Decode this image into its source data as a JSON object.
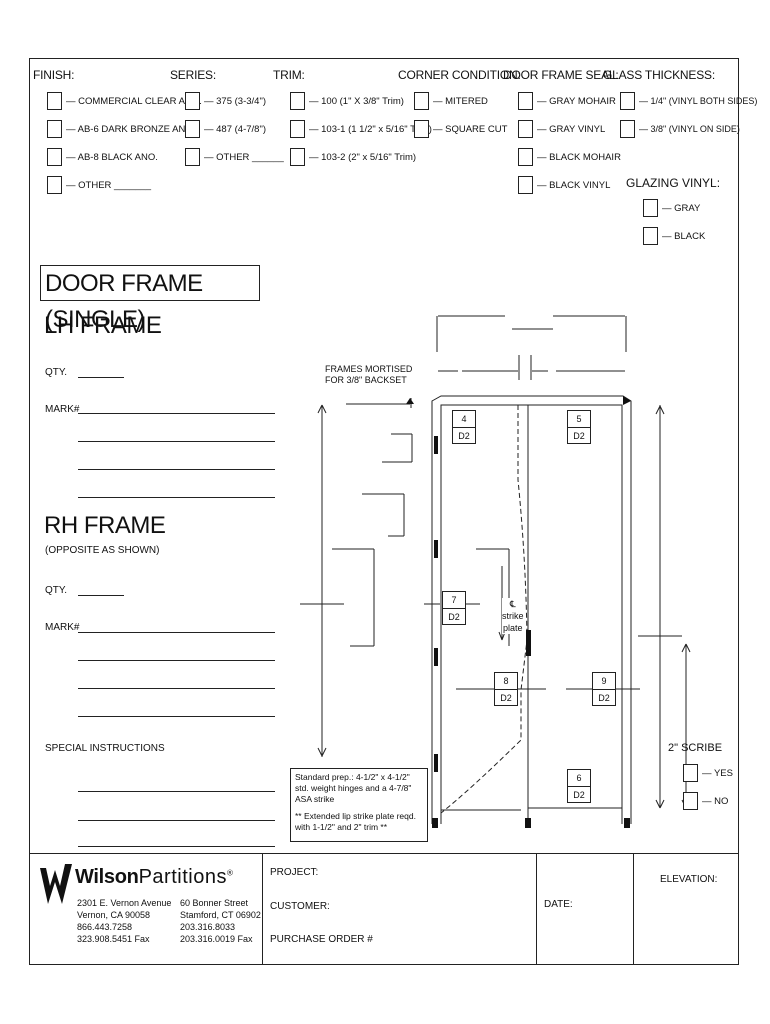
{
  "header": {
    "finish": "FINISH:",
    "series": "SERIES:",
    "trim": "TRIM:",
    "corner": "CORNER CONDITION:",
    "seal": "DOOR FRAME SEAL:",
    "glass": "GLASS THICKNESS:"
  },
  "finish_options": [
    "— COMMERCIAL CLEAR ANO.",
    "— AB-6 DARK BRONZE ANO.",
    "— AB-8 BLACK ANO.",
    "— OTHER _______"
  ],
  "series_options": [
    "— 375 (3-3/4\")",
    "— 487 (4-7/8\")",
    "— OTHER ______"
  ],
  "trim_options": [
    "— 100 (1\" X 3/8\" Trim)",
    "— 103-1 (1 1/2\" x 5/16\" Trim)",
    "— 103-2 (2\" x 5/16\" Trim)"
  ],
  "corner_options": [
    "— MITERED",
    "— SQUARE CUT"
  ],
  "seal_options": [
    "— GRAY MOHAIR",
    "— GRAY VINYL",
    "— BLACK MOHAIR",
    "— BLACK VINYL"
  ],
  "glass_options": [
    "— 1/4\" (VINYL BOTH SIDES)",
    "— 3/8\" (VINYL ON SIDE)"
  ],
  "glazing_vinyl": {
    "title": "GLAZING VINYL:",
    "options": [
      "— GRAY",
      "— BLACK"
    ]
  },
  "form": {
    "title": "DOOR FRAME (SINGLE)",
    "lh_frame": "LH FRAME",
    "rh_frame": "RH FRAME",
    "rh_sub": "(OPPOSITE AS SHOWN)",
    "qty": "QTY.",
    "mark": "MARK#",
    "special": "SPECIAL INSTRUCTIONS"
  },
  "drawing": {
    "mortise_note_1": "FRAMES MORTISED",
    "mortise_note_2": "FOR 3/8\" BACKSET",
    "strike_cl": "℄",
    "strike_1": "strike",
    "strike_2": "plate",
    "tags": [
      {
        "top": "4",
        "bottom": "D2"
      },
      {
        "top": "5",
        "bottom": "D2"
      },
      {
        "top": "7",
        "bottom": "D2"
      },
      {
        "top": "8",
        "bottom": "D2"
      },
      {
        "top": "9",
        "bottom": "D2"
      },
      {
        "top": "6",
        "bottom": "D2"
      }
    ],
    "note_1": "Standard prep.: 4-1/2\" x 4-1/2\" std. weight hinges and a 4-7/8\" ASA strike",
    "note_2": "** Extended lip strike plate reqd. with 1-1/2\" and 2\" trim **",
    "scribe": "2\" SCRIBE",
    "scribe_yes": "— YES",
    "scribe_no": "— NO"
  },
  "footer": {
    "brand_bold": "Wilson",
    "brand_light": "Partitions",
    "reg": "®",
    "addr1": [
      "2301 E. Vernon Avenue",
      "Vernon, CA  90058",
      "866.443.7258",
      "323.908.5451 Fax"
    ],
    "addr2": [
      "60 Bonner Street",
      "Stamford, CT 06902",
      "203.316.8033",
      "203.316.0019 Fax"
    ],
    "project": "PROJECT:",
    "customer": "CUSTOMER:",
    "po": "PURCHASE ORDER #",
    "date": "DATE:",
    "elevation": "ELEVATION:"
  }
}
